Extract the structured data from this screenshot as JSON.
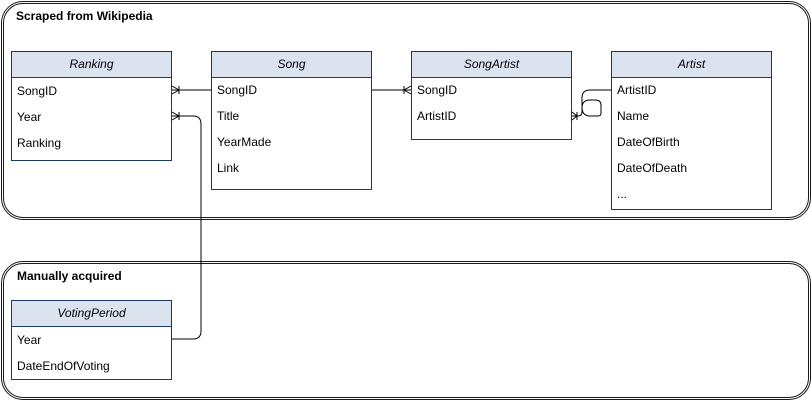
{
  "groups": {
    "scraped": {
      "title": "Scraped from Wikipedia"
    },
    "manual": {
      "title": "Manually acquired"
    }
  },
  "entities": {
    "ranking": {
      "name": "Ranking",
      "attributes": [
        "SongID",
        "Year",
        "Ranking"
      ]
    },
    "song": {
      "name": "Song",
      "attributes": [
        "SongID",
        "Title",
        "YearMade",
        "Link"
      ]
    },
    "songartist": {
      "name": "SongArtist",
      "attributes": [
        "SongID",
        "ArtistID"
      ]
    },
    "artist": {
      "name": "Artist",
      "attributes": [
        "ArtistID",
        "Name",
        "DateOfBirth",
        "DateOfDeath",
        "..."
      ]
    },
    "votingperiod": {
      "name": "VotingPeriod",
      "attributes": [
        "Year",
        "DateEndOfVoting"
      ]
    }
  },
  "relationships": [
    {
      "from": "song.SongID",
      "to": "ranking.SongID",
      "cardinality": "one-to-many"
    },
    {
      "from": "song.SongID",
      "to": "songartist.SongID",
      "cardinality": "one-to-many"
    },
    {
      "from": "artist.ArtistID",
      "to": "songartist.ArtistID",
      "cardinality": "one-to-many"
    },
    {
      "from": "votingperiod.Year",
      "to": "ranking.Year",
      "cardinality": "one-to-many"
    }
  ],
  "colors": {
    "header_fill": "#dae3ee",
    "entity_border": "#1a3a66",
    "line": "#000000"
  }
}
